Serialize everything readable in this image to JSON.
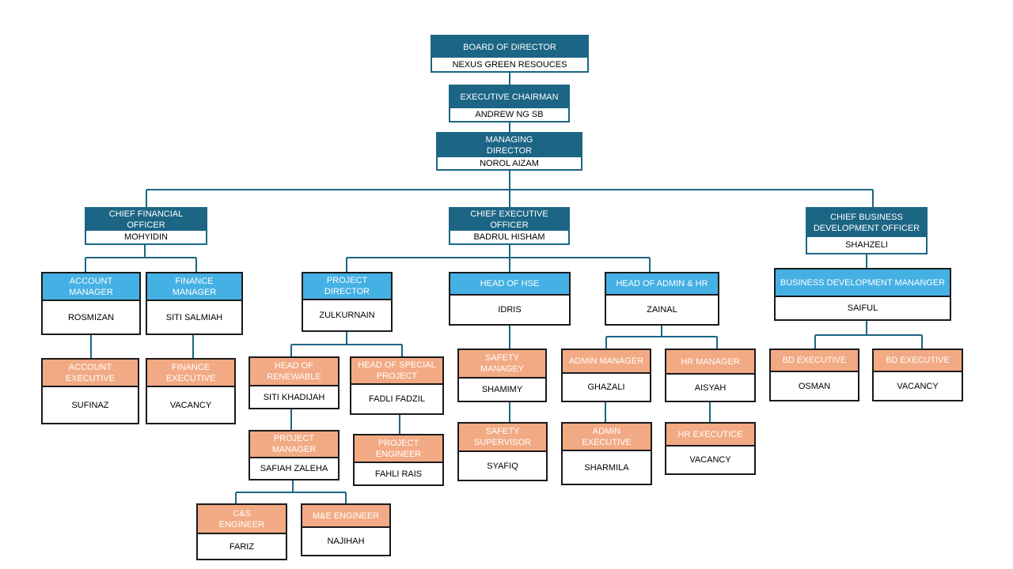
{
  "nodes": {
    "board": {
      "title": "BOARD OF DIRECTOR",
      "name": "NEXUS GREEN RESOUCES"
    },
    "chairman": {
      "title": "EXECUTIVE CHAIRMAN",
      "name": "ANDREW NG SB"
    },
    "md": {
      "title": "MANAGING DIRECTOR",
      "name": "NOROL AIZAM"
    },
    "cfo": {
      "title": "CHIEF FINANCIAL OFFICER",
      "name": "MOHYIDIN"
    },
    "ceo": {
      "title": "CHIEF EXECUTIVE OFFICER",
      "name": "BADRUL HISHAM"
    },
    "cbdo": {
      "title": "CHIEF BUSINESS DEVELOPMENT OFFICER",
      "name": "SHAHZELI"
    },
    "account_manager": {
      "title": "ACCOUNT MANAGER",
      "name": "ROSMIZAN"
    },
    "finance_manager": {
      "title": "FINANCE MANAGER",
      "name": "SITI SALMIAH"
    },
    "account_executive": {
      "title": "ACCOUNT EXECUTIVE",
      "name": "SUFINAZ"
    },
    "finance_executive": {
      "title": "FINANCE EXECUTIVE",
      "name": "VACANCY"
    },
    "project_director": {
      "title": "PROJECT DIRECTOR",
      "name": "ZULKURNAIN"
    },
    "head_hse": {
      "title": "HEAD OF HSE",
      "name": "IDRIS"
    },
    "head_admin_hr": {
      "title": "HEAD OF ADMIN & HR",
      "name": "ZAINAL"
    },
    "bd_manager": {
      "title": "BUSINESS DEVELOPMENT MANANGER",
      "name": "SAIFUL"
    },
    "head_renewable": {
      "title": "HEAD OF RENEWABLE",
      "name": "SITI KHADIJAH"
    },
    "head_special_project": {
      "title": "HEAD OF SPECIAL PROJECT",
      "name": "FADLI FADZIL"
    },
    "safety_manager": {
      "title": "SAFETY MANAGEY",
      "name": "SHAMIMY"
    },
    "admin_manager": {
      "title": "ADMIN MANAGER",
      "name": "GHAZALI"
    },
    "hr_manager": {
      "title": "HR MANAGER",
      "name": "AISYAH"
    },
    "bd_executive_1": {
      "title": "BD EXECUTIVE",
      "name": "OSMAN"
    },
    "bd_executive_2": {
      "title": "BD EXECUTIVE",
      "name": "VACANCY"
    },
    "project_manager": {
      "title": "PROJECT MANAGER",
      "name": "SAFIAH ZALEHA"
    },
    "project_engineer": {
      "title": "PROJECT ENGINEER",
      "name": "FAHLI RAIS"
    },
    "safety_supervisor": {
      "title": "SAFETY SUPERVISOR",
      "name": "SYAFIQ"
    },
    "admin_executive": {
      "title": "ADMIN EXECUTIVE",
      "name": "SHARMILA"
    },
    "hr_executive": {
      "title": "HR EXECUTICE",
      "name": "VACANCY"
    },
    "cs_engineer": {
      "title": "C&S ENGINEER",
      "name": "FARIZ"
    },
    "me_engineer": {
      "title": "M&E ENGINEER",
      "name": "NAJIHAH"
    }
  },
  "colors": {
    "navy": "#1c6584",
    "blue": "#45b0e3",
    "peach": "#f2aa84",
    "connector": "#1c6584"
  }
}
